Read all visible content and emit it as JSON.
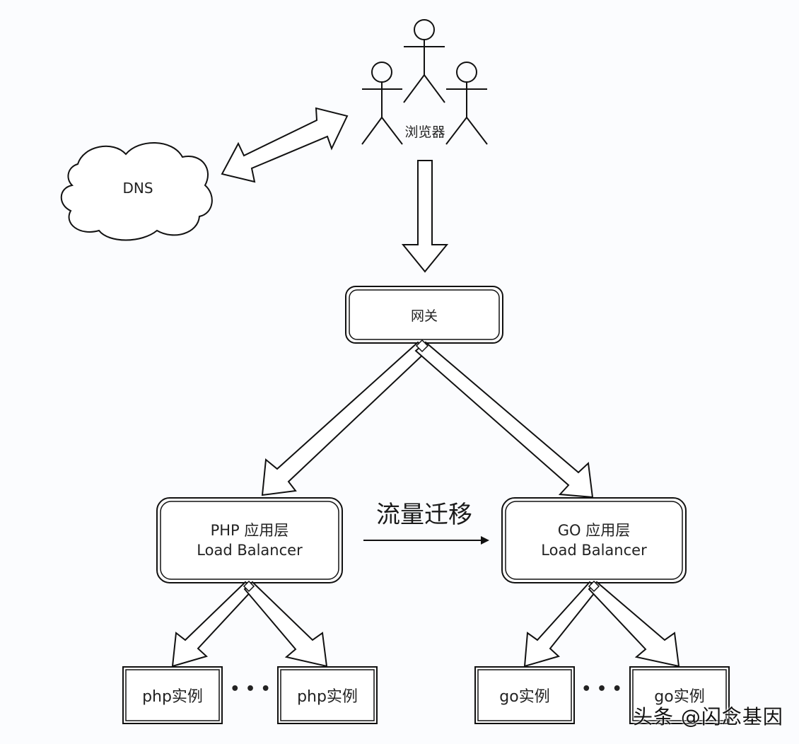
{
  "diagram": {
    "title": "PHP to GO traffic migration architecture",
    "colors": {
      "background": "#fbfcfe",
      "stroke": "#111111",
      "text": "#222222"
    },
    "nodes": {
      "browser": {
        "label": "浏览器",
        "icon": "stick-figure-icon",
        "count": 3
      },
      "dns": {
        "label": "DNS",
        "icon": "cloud-icon"
      },
      "gateway": {
        "label": "网关"
      },
      "php_lb": {
        "line1": "PHP 应用层",
        "line2": "Load Balancer"
      },
      "go_lb": {
        "line1": "GO 应用层",
        "line2": "Load Balancer"
      },
      "php_instances": [
        {
          "label": "php实例"
        },
        {
          "label": "php实例"
        }
      ],
      "go_instances": [
        {
          "label": "go实例"
        },
        {
          "label": "go实例"
        }
      ],
      "ellipsis": "• • •"
    },
    "edges": [
      {
        "from": "dns",
        "to": "browser",
        "type": "bidirectional-block-arrow"
      },
      {
        "from": "browser",
        "to": "gateway",
        "type": "block-arrow"
      },
      {
        "from": "gateway",
        "to": "php_lb",
        "type": "block-arrow"
      },
      {
        "from": "gateway",
        "to": "go_lb",
        "type": "block-arrow"
      },
      {
        "from": "php_lb",
        "to": "php_instances.0",
        "type": "block-arrow"
      },
      {
        "from": "php_lb",
        "to": "php_instances.1",
        "type": "block-arrow"
      },
      {
        "from": "go_lb",
        "to": "go_instances.0",
        "type": "block-arrow"
      },
      {
        "from": "go_lb",
        "to": "go_instances.1",
        "type": "block-arrow"
      },
      {
        "from": "php_lb",
        "to": "go_lb",
        "type": "line-arrow",
        "label": "流量迁移"
      }
    ],
    "migration_label": "流量迁移",
    "watermark": "头条 @闪念基因"
  }
}
